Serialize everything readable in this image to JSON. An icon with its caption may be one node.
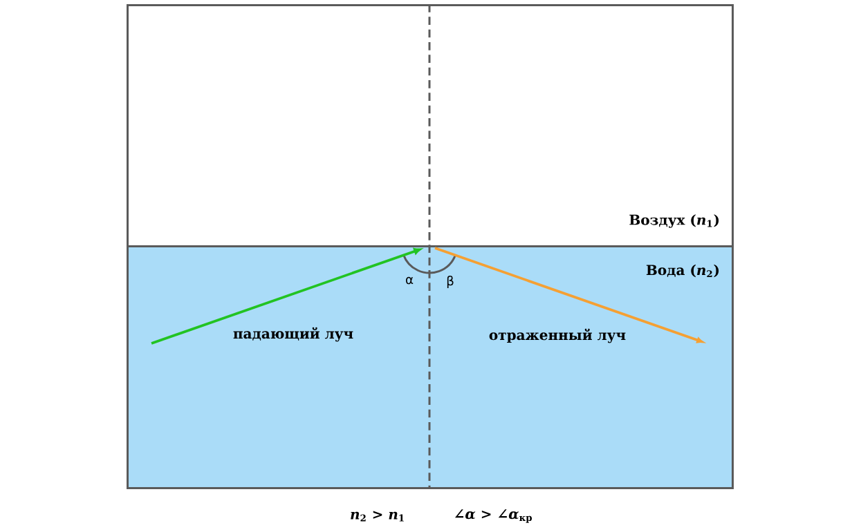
{
  "diagram": {
    "nodes": [
      {
        "text": [
          "Воздух (*n*$_{1}$)"
        ]
      },
      {
        "text": [
          "Вода (*n*$_{2}$)"
        ]
      }
    ],
    "labels": [
      "α",
      "β",
      "падающий луч",
      "отраженный луч",
      "*n*$_{2}$ > *n*$_{1}$",
      "∠*α* > ∠*α*$_{кр}$"
    ]
  }
}
